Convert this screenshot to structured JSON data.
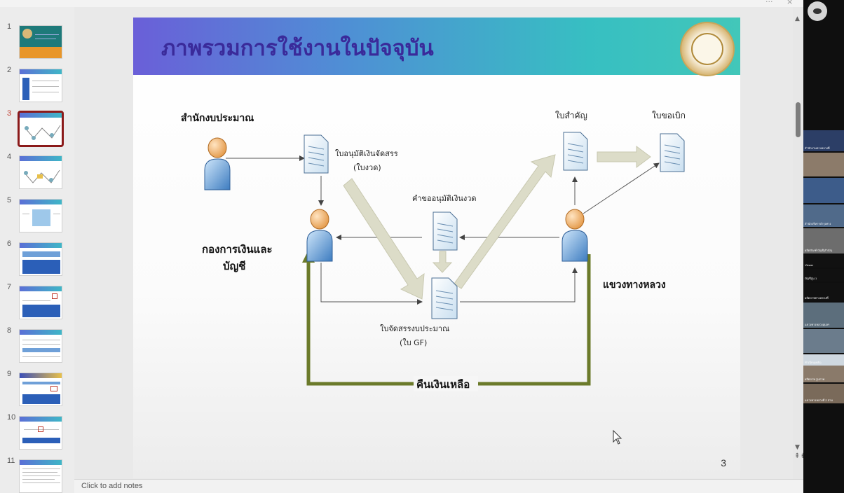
{
  "window": {
    "menu_dots": "···",
    "close_glyph": "×"
  },
  "thumbnails": [
    {
      "num": "1",
      "active": false
    },
    {
      "num": "2",
      "active": false
    },
    {
      "num": "3",
      "active": true
    },
    {
      "num": "4",
      "active": false
    },
    {
      "num": "5",
      "active": false
    },
    {
      "num": "6",
      "active": false
    },
    {
      "num": "7",
      "active": false
    },
    {
      "num": "8",
      "active": false
    },
    {
      "num": "9",
      "active": false
    },
    {
      "num": "10",
      "active": false
    },
    {
      "num": "11",
      "active": false
    }
  ],
  "slide": {
    "title": "ภาพรวมการใช้งานในปัจจุบัน",
    "page_number": "3",
    "seal_icon": "department-seal-icon",
    "labels": {
      "budget_bureau": "สำนักงบประมาณ",
      "finance_line1": "กองการเงินและ",
      "finance_line2": "บัญชี",
      "rural_roads": "แขวงทางหลวง",
      "allocation_approval_line1": "ใบอนุมัติเงินจัดสรร",
      "allocation_approval_line2": "(ใบงวด)",
      "installment_request": "คำขออนุมัติเงินงวด",
      "budget_allocation_line1": "ใบจัดสรรงบประมาณ",
      "budget_allocation_line2": "(ใบ GF)",
      "receipt": "ใบสำคัญ",
      "claim_form": "ใบขอเบิก",
      "return_money": "คืนเงินเหลือ"
    }
  },
  "notes": {
    "placeholder": "Click to add notes"
  },
  "scroll": {
    "up": "▲",
    "down": "▼",
    "page_nav": "⇞⇟"
  },
  "video_panel": {
    "tiles": [
      {
        "label": "สำนักงานทางหลวงที่",
        "bg": "#2c3e66"
      },
      {
        "label": "",
        "bg": "#8c7b6a"
      },
      {
        "label": "",
        "bg": "#3d5c8a"
      },
      {
        "label": "สำนักบริหารบำรุงทาง",
        "bg": "#506a8a"
      },
      {
        "label": "ผลิตภัณฑ์ บัญชี(สำนัก)",
        "bg": "#6d6d6d"
      },
      {
        "label": "Viewer",
        "bg": "#111"
      },
      {
        "label": "บัญชีสูน 1",
        "bg": "#111"
      },
      {
        "label": "ผลิตภาพทางหลวงที่",
        "bg": "#111"
      },
      {
        "label": "แขวงทางหลวงอุบลฯ",
        "bg": "#5c6e7c"
      },
      {
        "label": "",
        "bg": "#6b7c8c"
      },
      {
        "label": "ทำเนียบ(คลัง)",
        "bg": "#cfd8e0"
      },
      {
        "label": "ผลิตภาพ รูปภาพ",
        "bg": "#8a7a6a"
      },
      {
        "label": "แขวงทางหลวงที่ 2 สาม",
        "bg": "#7a6a5a"
      }
    ]
  },
  "colors": {
    "banner_start": "#6a5fd8",
    "banner_end": "#42c7b9",
    "title_color": "#3a2a9a",
    "return_arrow": "#6b7a2a",
    "big_arrow_fill": "#dcdcc8"
  }
}
